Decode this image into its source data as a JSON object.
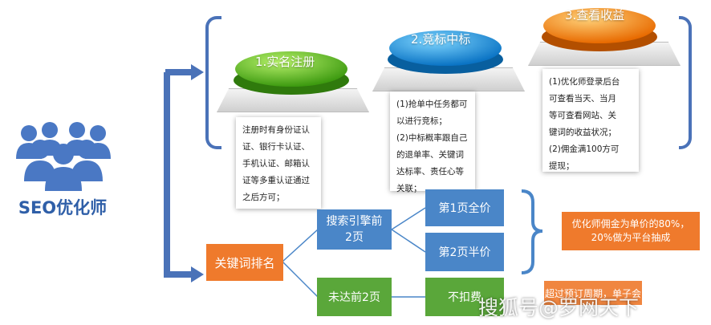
{
  "role": "SEO优化师",
  "steps": [
    {
      "label": "1.实名注册",
      "color": "#5cbf1f",
      "text": [
        "注册时有身份证认",
        "证、银行卡认证、",
        "手机认证、邮箱认",
        "证等多重认证通过",
        "之后方可；"
      ]
    },
    {
      "label": "2.竞标中标",
      "color": "#1a9fe0",
      "text": [
        "(1)抢单中任务都可",
        "以进行竞标；",
        "(2)中标概率跟自己",
        "的退单率、关键词",
        "达标率、责任心等",
        "关联；"
      ]
    },
    {
      "label": "3.查看收益",
      "color": "#f58a1a",
      "text": [
        "(1)优化师登录后台",
        "可查看当天、当月",
        "等可查看网站、关",
        "键词的收益状况；",
        "(2)佣金满100方可",
        "提现；"
      ]
    }
  ],
  "flow": {
    "root": "关键词排名",
    "branch_top": "搜索引擎前2页",
    "branch_bottom": "未达前2页",
    "page1": "第1页全价",
    "page2": "第2页半价",
    "no_fee": "不扣费",
    "commission": "优化师佣金为单价的80%，20%做为平台抽成",
    "overdue": "超过预订周期，单子会"
  },
  "watermark": "搜狐号@罗网天下"
}
